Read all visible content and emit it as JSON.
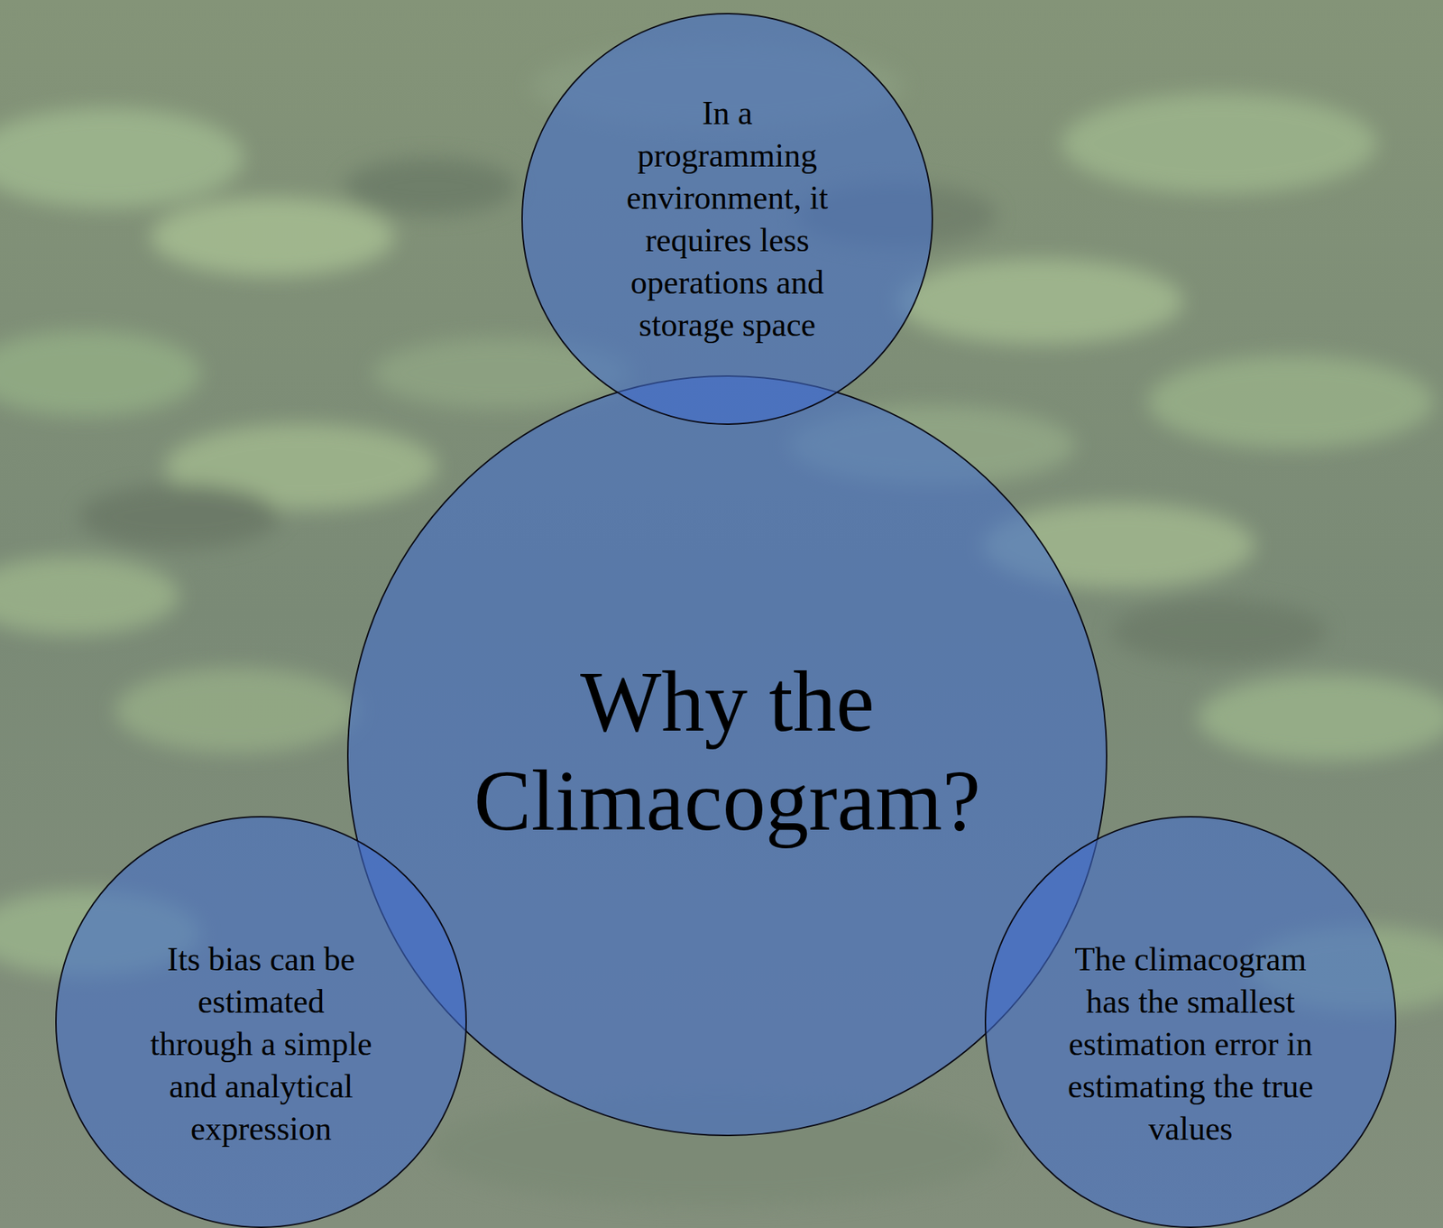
{
  "diagram": {
    "nodes": [
      {
        "text": [
          "Why the Climacogram?"
        ]
      },
      {
        "text": [
          "In a programming environment, it requires less operations and storage space"
        ]
      },
      {
        "text": [
          "Its bias can be estimated through a simple and analytical expression"
        ]
      },
      {
        "text": [
          "The climacogram has the smallest estimation error in estimating the true values"
        ]
      }
    ]
  }
}
